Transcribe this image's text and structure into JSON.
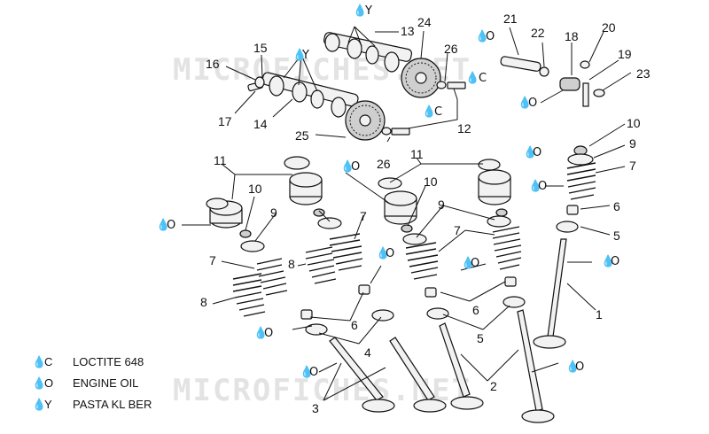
{
  "watermark": "MICROFICHES.NET",
  "callouts": [
    "1",
    "2",
    "3",
    "4",
    "5",
    "6",
    "7",
    "8",
    "9",
    "10",
    "11",
    "12",
    "13",
    "14",
    "15",
    "16",
    "17",
    "18",
    "19",
    "20",
    "21",
    "22",
    "23",
    "24",
    "25",
    "26"
  ],
  "symbols": {
    "loctite": "C",
    "oil": "O",
    "pasta": "Y"
  },
  "legend": [
    {
      "code": "C",
      "label": "LOCTITE 648"
    },
    {
      "code": "O",
      "label": "ENGINE OIL"
    },
    {
      "code": "Y",
      "label": "PASTA KL BER"
    }
  ]
}
